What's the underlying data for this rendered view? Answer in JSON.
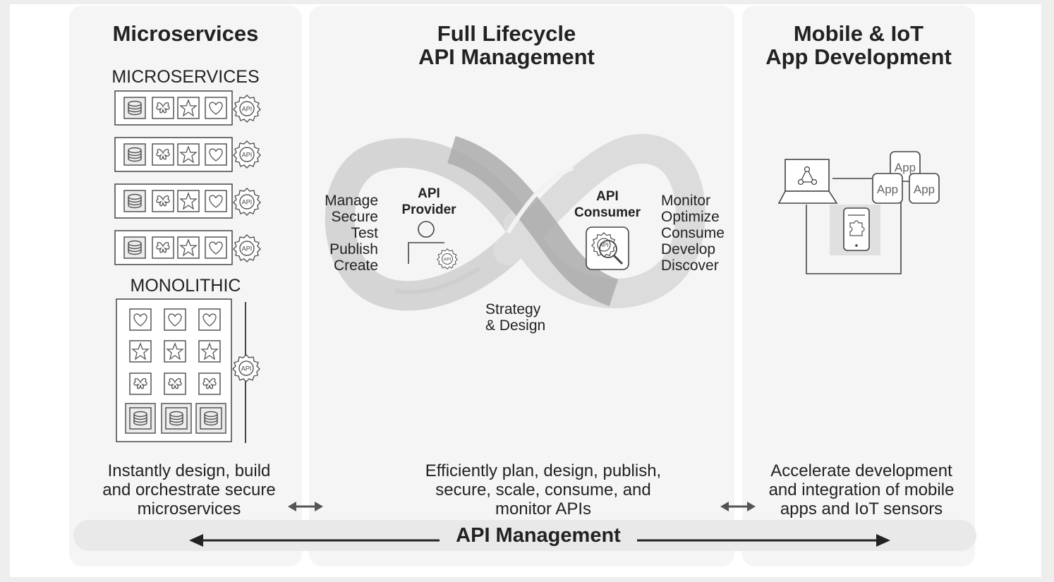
{
  "columns": {
    "microservices": {
      "title": "Microservices",
      "subhead_top": "MICROSERVICES",
      "subhead_bottom": "MONOLITHIC",
      "description": "Instantly design, build\nand orchestrate secure\nmicroservices",
      "gear_text": "API"
    },
    "lifecycle": {
      "title": "Full Lifecycle\nAPI Management",
      "provider_label": "API\nProvider",
      "consumer_label": "API\nConsumer",
      "provider_steps": "Manage\nSecure\nTest\nPublish\nCreate",
      "consumer_steps": "Monitor\nOptimize\nConsume\nDevelop\nDiscover",
      "center_label": "Strategy\n& Design",
      "description": "Efficiently plan, design, publish,\nsecure, scale, consume, and\nmonitor APIs"
    },
    "mobile": {
      "title": "Mobile & IoT\nApp Development",
      "app_label": "App",
      "description": "Accelerate development\nand integration of mobile\napps and IoT sensors"
    }
  },
  "bottom_bar": {
    "label": "API Management"
  },
  "colors": {
    "panel": "#f5f5f5",
    "band": "#e9e9e9",
    "infinity_light": "#d9d9d9",
    "infinity_dark": "#a9a9a9"
  }
}
